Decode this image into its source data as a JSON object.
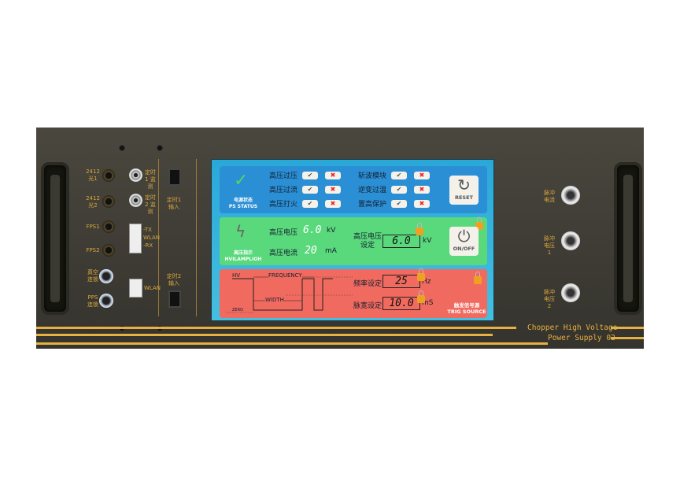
{
  "left_panel": {
    "ports": [
      "2412 光1",
      "2412 光2",
      "FPS1",
      "FPS2",
      "真空 连锁",
      "PPS 连锁"
    ],
    "bnc": [
      "定时1 监测",
      "定时2 监测"
    ],
    "fiber": {
      "tx": "-TX",
      "wlan": "WLAN",
      "rx": "-RX"
    },
    "ethernet": "WLAN",
    "inputs": [
      "定时1 输入",
      "定时2 输入"
    ]
  },
  "ps_status": {
    "title_cn": "电源状态",
    "title_en": "PS STATUS",
    "items": [
      "高压过压",
      "高压过流",
      "高压打火",
      "斩波模块",
      "逆变过温",
      "置高保护"
    ],
    "ok_icon": "✔",
    "fail_icon": "✖",
    "reset_label": "RESET"
  },
  "hv": {
    "title_cn": "高压指示",
    "title_en": "HVILAMPLIOH",
    "voltage_label": "高压电压",
    "voltage_value": "6.0",
    "voltage_unit": "kV",
    "current_label": "高压电流",
    "current_value": "20",
    "current_unit": "mA",
    "set_label_1": "高压电压",
    "set_label_2": "设定",
    "set_value": "6.0",
    "set_unit": "kV",
    "onoff_label": "ON/OFF"
  },
  "trig": {
    "hv": "HV",
    "frequency": "FREQUENCY",
    "width": "WIDTH",
    "zero": "ZERO",
    "freq_label": "频率设定",
    "freq_value": "25",
    "freq_unit": "Hz",
    "width_label": "脉宽设定",
    "width_value": "10.0",
    "width_unit": "mS",
    "title_cn": "触发信号源",
    "title_en": "TRIG SOURCE"
  },
  "right_panel": {
    "outputs": [
      "脉冲 电流",
      "脉冲 电压1",
      "脉冲 电压2"
    ]
  },
  "brand": {
    "line1": "Chopper High Voltage",
    "line2": "Power Supply 02"
  }
}
